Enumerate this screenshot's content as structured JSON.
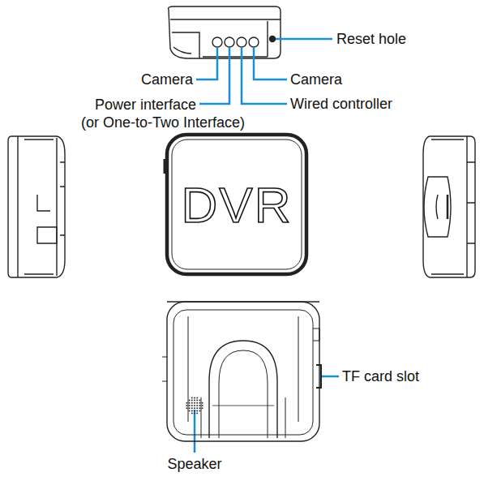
{
  "diagram": {
    "nodes": [
      {
        "text": [
          "DVR"
        ]
      }
    ],
    "labels": [
      "Reset hole",
      "Camera",
      "Power interface (or One-to-Two Interface)",
      "Camera",
      "Wired controller",
      "TF card slot",
      "Speaker"
    ]
  }
}
